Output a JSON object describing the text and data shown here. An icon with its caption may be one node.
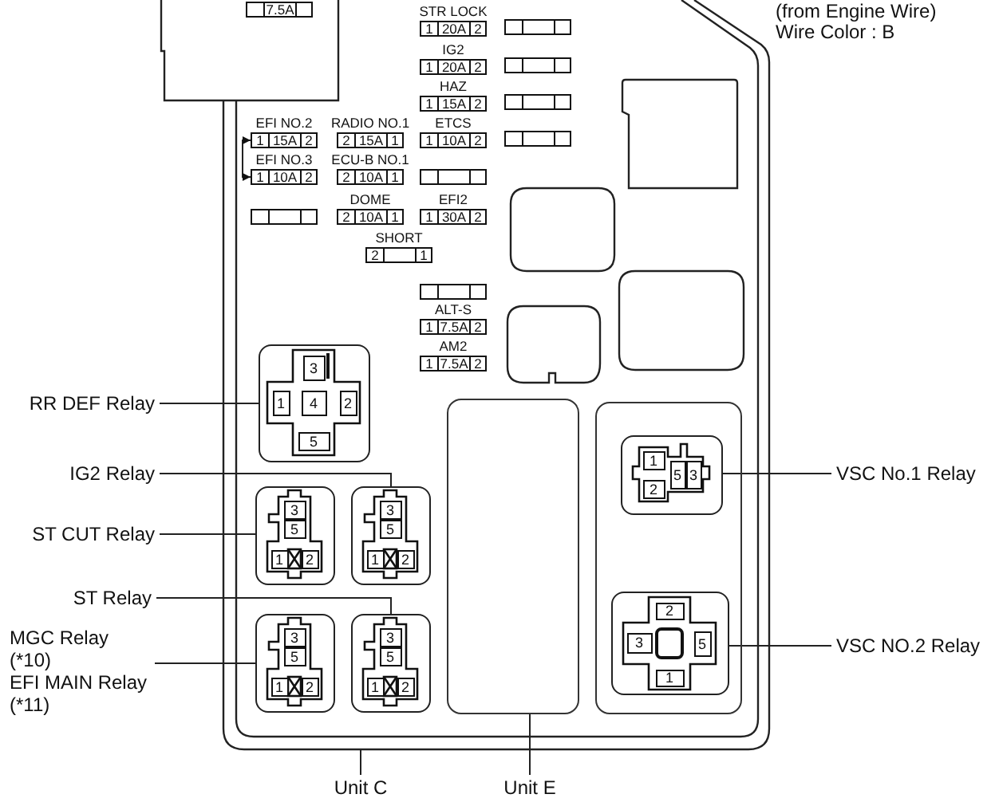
{
  "diagram": {
    "nodes": [
      {
        "text": [],
        "shape": "box"
      },
      {
        "text": [
          "7.5A"
        ],
        "in": 0
      },
      {
        "text": [
          "STR LOCK",
          "1",
          "20A",
          "2"
        ],
        "in": 0
      },
      {
        "text": [],
        "shape": "box",
        "in": 0
      },
      {
        "text": [
          "IG2",
          "1",
          "20A",
          "2"
        ],
        "in": 0
      },
      {
        "text": [],
        "shape": "box",
        "in": 0
      },
      {
        "text": [
          "HAZ",
          "1",
          "15A",
          "2"
        ],
        "in": 0
      },
      {
        "text": [],
        "shape": "box",
        "in": 0
      },
      {
        "text": [
          "EFI NO.2",
          "1",
          "15A",
          "2"
        ],
        "in": 0
      },
      {
        "text": [
          "RADIO NO.1",
          "2",
          "15A",
          "1"
        ],
        "in": 0
      },
      {
        "text": [
          "ETCS",
          "1",
          "10A",
          "2"
        ],
        "in": 0
      },
      {
        "text": [],
        "shape": "box",
        "in": 0
      },
      {
        "text": [
          "EFI NO.3",
          "1",
          "10A",
          "2"
        ],
        "in": 0
      },
      {
        "text": [
          "ECU-B NO.1",
          "2",
          "10A",
          "1"
        ],
        "in": 0
      },
      {
        "text": [],
        "shape": "box",
        "in": 0
      },
      {
        "text": [],
        "shape": "box",
        "in": 0
      },
      {
        "text": [
          "DOME",
          "2",
          "10A",
          "1"
        ],
        "in": 0
      },
      {
        "text": [
          "EFI2",
          "1",
          "30A",
          "2"
        ],
        "in": 0
      },
      {
        "text": [
          "SHORT",
          "2",
          "1"
        ],
        "in": 0
      },
      {
        "text": [],
        "shape": "box",
        "in": 0
      },
      {
        "text": [
          "ALT-S",
          "1",
          "7.5A",
          "2"
        ],
        "in": 0
      },
      {
        "text": [
          "AM2",
          "1",
          "7.5A",
          "2"
        ],
        "in": 0
      },
      {
        "text": [
          "RR DEF Relay"
        ]
      },
      {
        "text": [
          "3",
          "1",
          "4",
          "2",
          "5"
        ],
        "in": 0
      },
      {
        "text": [
          "IG2 Relay"
        ]
      },
      {
        "text": [
          "ST CUT Relay"
        ]
      },
      {
        "text": [
          "3",
          "5",
          "1",
          "2"
        ],
        "in": 0
      },
      {
        "text": [
          "3",
          "5",
          "1",
          "2"
        ],
        "in": 0
      },
      {
        "text": [
          "ST Relay"
        ]
      },
      {
        "text": [
          "MGC Relay (*10)",
          "EFI MAIN Relay (*11)"
        ]
      },
      {
        "text": [
          "3",
          "5",
          "1",
          "2"
        ],
        "in": 0
      },
      {
        "text": [
          "3",
          "5",
          "1",
          "2"
        ],
        "in": 0
      },
      {
        "text": [],
        "shape": "box",
        "in": 0
      },
      {
        "text": [],
        "shape": "box",
        "in": 0
      },
      {
        "text": [
          "1",
          "2",
          "5",
          "3"
        ],
        "in": 33
      },
      {
        "text": [
          "VSC No.1 Relay"
        ]
      },
      {
        "text": [
          "2",
          "3",
          "5",
          "1"
        ],
        "in": 33
      },
      {
        "text": [
          "VSC NO.2 Relay"
        ]
      },
      {
        "text": [
          "Unit C"
        ]
      },
      {
        "text": [
          "Unit E"
        ]
      }
    ],
    "edges": [
      {
        "from": 8,
        "to": 12,
        "arrow": "both"
      },
      {
        "from": 22,
        "to": 23,
        "arrow": "none"
      },
      {
        "from": 24,
        "to": 27,
        "arrow": "none"
      },
      {
        "from": 25,
        "to": 26,
        "arrow": "none"
      },
      {
        "from": 28,
        "to": 31,
        "arrow": "none"
      },
      {
        "from": 29,
        "to": 30,
        "arrow": "none"
      },
      {
        "from": 35,
        "to": 34,
        "arrow": "none"
      },
      {
        "from": 37,
        "to": 36,
        "arrow": "none"
      },
      {
        "from": 38,
        "to": 0,
        "arrow": "none"
      },
      {
        "from": 39,
        "to": 32,
        "arrow": "none"
      }
    ],
    "labels": [
      "(from Engine Wire)",
      "Wire Color : B"
    ]
  }
}
